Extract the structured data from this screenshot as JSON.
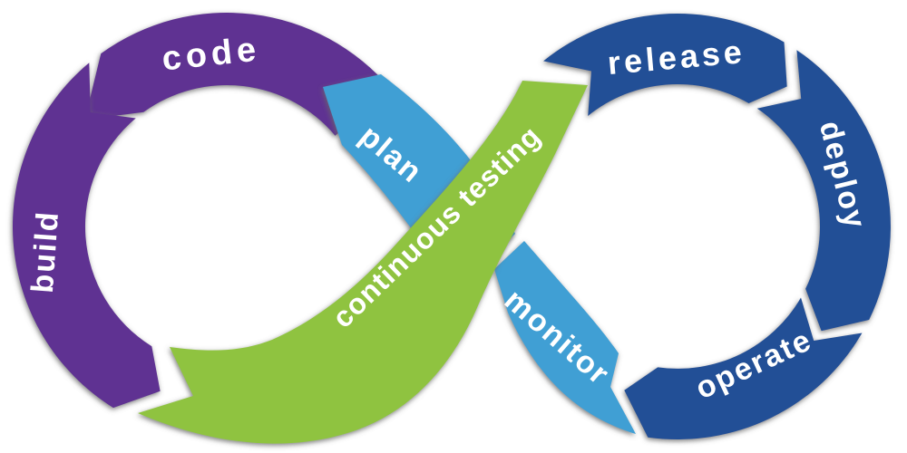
{
  "diagram": {
    "type": "devops-infinity-loop",
    "background_color": "#ffffff",
    "colors": {
      "left_loop": "#5e3192",
      "right_loop": "#234f96",
      "plan_monitor_ribbon": "#3f9fd4",
      "testing_ribbon": "#8fc341",
      "label_text": "#ffffff",
      "segment_shadow": "#6a6a6a"
    },
    "left_loop": {
      "segments": [
        {
          "label": "code"
        },
        {
          "label": "build"
        }
      ]
    },
    "right_loop": {
      "segments": [
        {
          "label": "release"
        },
        {
          "label": "deploy"
        },
        {
          "label": "operate"
        }
      ]
    },
    "ribbons": {
      "plan": {
        "label": "plan"
      },
      "monitor": {
        "label": "monitor"
      },
      "testing": {
        "label": "continuous testing"
      }
    }
  }
}
